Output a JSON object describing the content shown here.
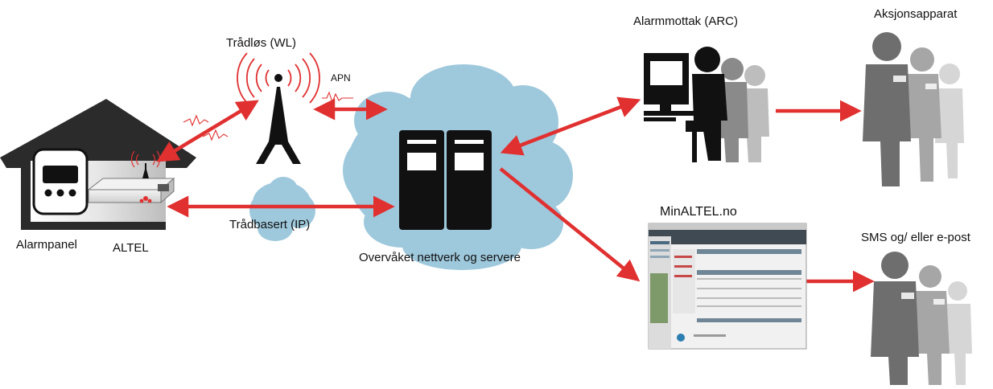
{
  "labels": {
    "wireless": "Trådløs (WL)",
    "apn": "APN",
    "wired": "Trådbasert (IP)",
    "alarm_panel": "Alarmpanel",
    "altel": "ALTEL",
    "network": "Overvåket nettverk og servere",
    "arc": "Alarmmottak (ARC)",
    "action": "Aksjonsapparat",
    "minaltel": "MinALTEL.no",
    "sms": "SMS og/ eller e-post"
  },
  "colors": {
    "arrow": "#e03030",
    "cloud": "#9ec8dc",
    "house": "#2b2b2b",
    "server": "#111111"
  },
  "icons": [
    "house-icon",
    "alarm-panel-icon",
    "altel-router-icon",
    "tower-icon",
    "cloud-icon",
    "server-icon",
    "operator-icon",
    "person-icon",
    "screenshot-icon"
  ]
}
